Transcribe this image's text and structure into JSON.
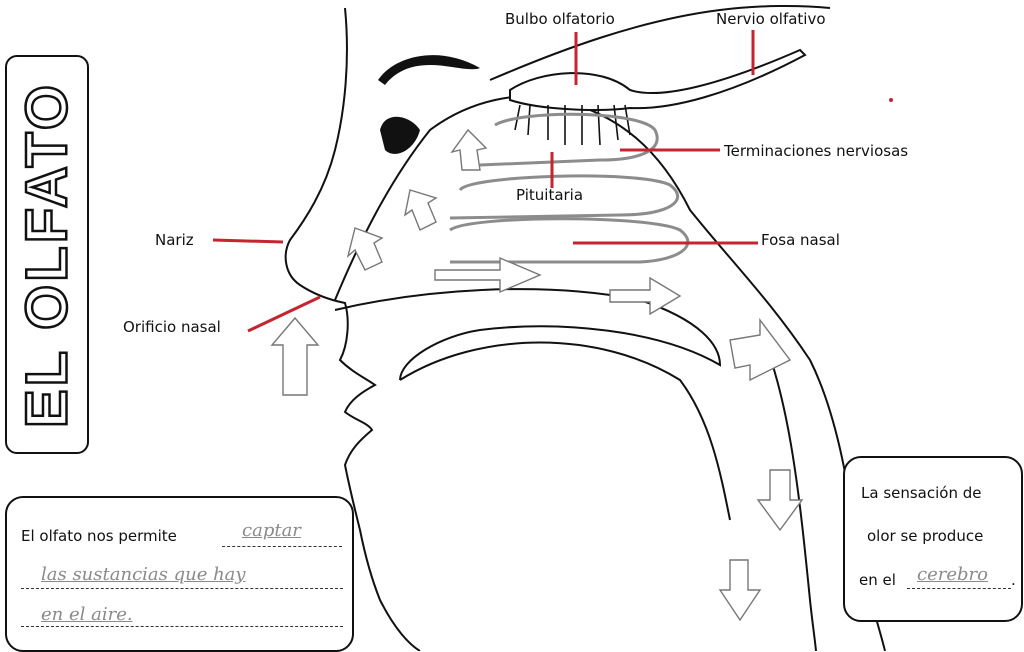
{
  "title": "EL OLFATO",
  "labels": {
    "bulbo": "Bulbo olfatorio",
    "nervio": "Nervio olfativo",
    "terminaciones": "Terminaciones nerviosas",
    "pituitaria": "Pituitaria",
    "fosa": "Fosa nasal",
    "nariz": "Nariz",
    "orificio": "Orificio nasal"
  },
  "left_box": {
    "line1_prefix": "El olfato nos permite",
    "answer1": "captar",
    "answer2": "las sustancias que hay",
    "answer3": "en el aire."
  },
  "right_box": {
    "line1": "La sensación de",
    "line2": "olor se produce",
    "line3_prefix": "en el",
    "answer": "cerebro",
    "line3_suffix": "."
  },
  "colors": {
    "leader_line": "#c4252e",
    "outline": "#111111",
    "nasal_folds": "#8c8c8c",
    "handwriting": "#8a8a8a"
  }
}
